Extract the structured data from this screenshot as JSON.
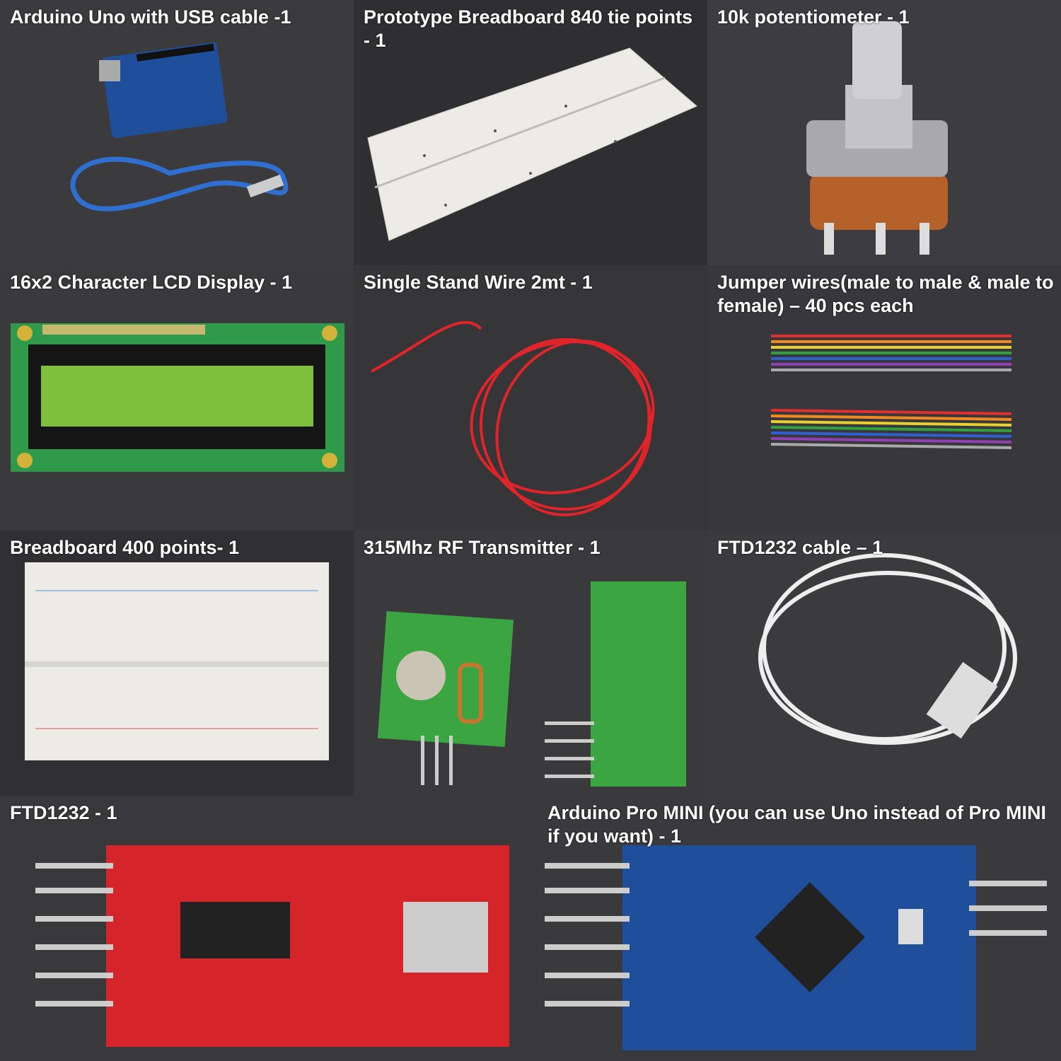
{
  "items": [
    {
      "label": "Arduino Uno with USB cable -1",
      "bg": "#3b3b3d"
    },
    {
      "label": "Prototype Breadboard 840 tie points - 1",
      "bg": "#2f2f31"
    },
    {
      "label": "10k potentiometer - 1",
      "bg": "#3d3c41"
    },
    {
      "label": "16x2 Character LCD Display - 1",
      "bg": "#3a3a3c"
    },
    {
      "label": "Single Stand Wire 2mt - 1",
      "bg": "#363638"
    },
    {
      "label": "Jumper wires(male to male & male to female) – 40 pcs each",
      "bg": "#38373b"
    },
    {
      "label": "Breadboard 400 points- 1",
      "bg": "#303032"
    },
    {
      "label": "315Mhz RF Transmitter - 1",
      "bg": "#3a3a3c"
    },
    {
      "label": "FTD1232 cable – 1",
      "bg": "#3b3b3e"
    },
    {
      "label": "FTD1232 - 1",
      "bg": "#39393b"
    },
    {
      "label": "Arduino Pro MINI (you can use Uno instead of Pro MINI if you want) - 1",
      "bg": "#3a393c"
    }
  ],
  "colors": {
    "arduino_blue": "#1f4f9a",
    "breadboard": "#ecebe6",
    "lcd_green": "#7fc03a",
    "wire_red": "#e0242a",
    "ftdi_red": "#d6242b",
    "pcb_green": "#3aa541"
  }
}
